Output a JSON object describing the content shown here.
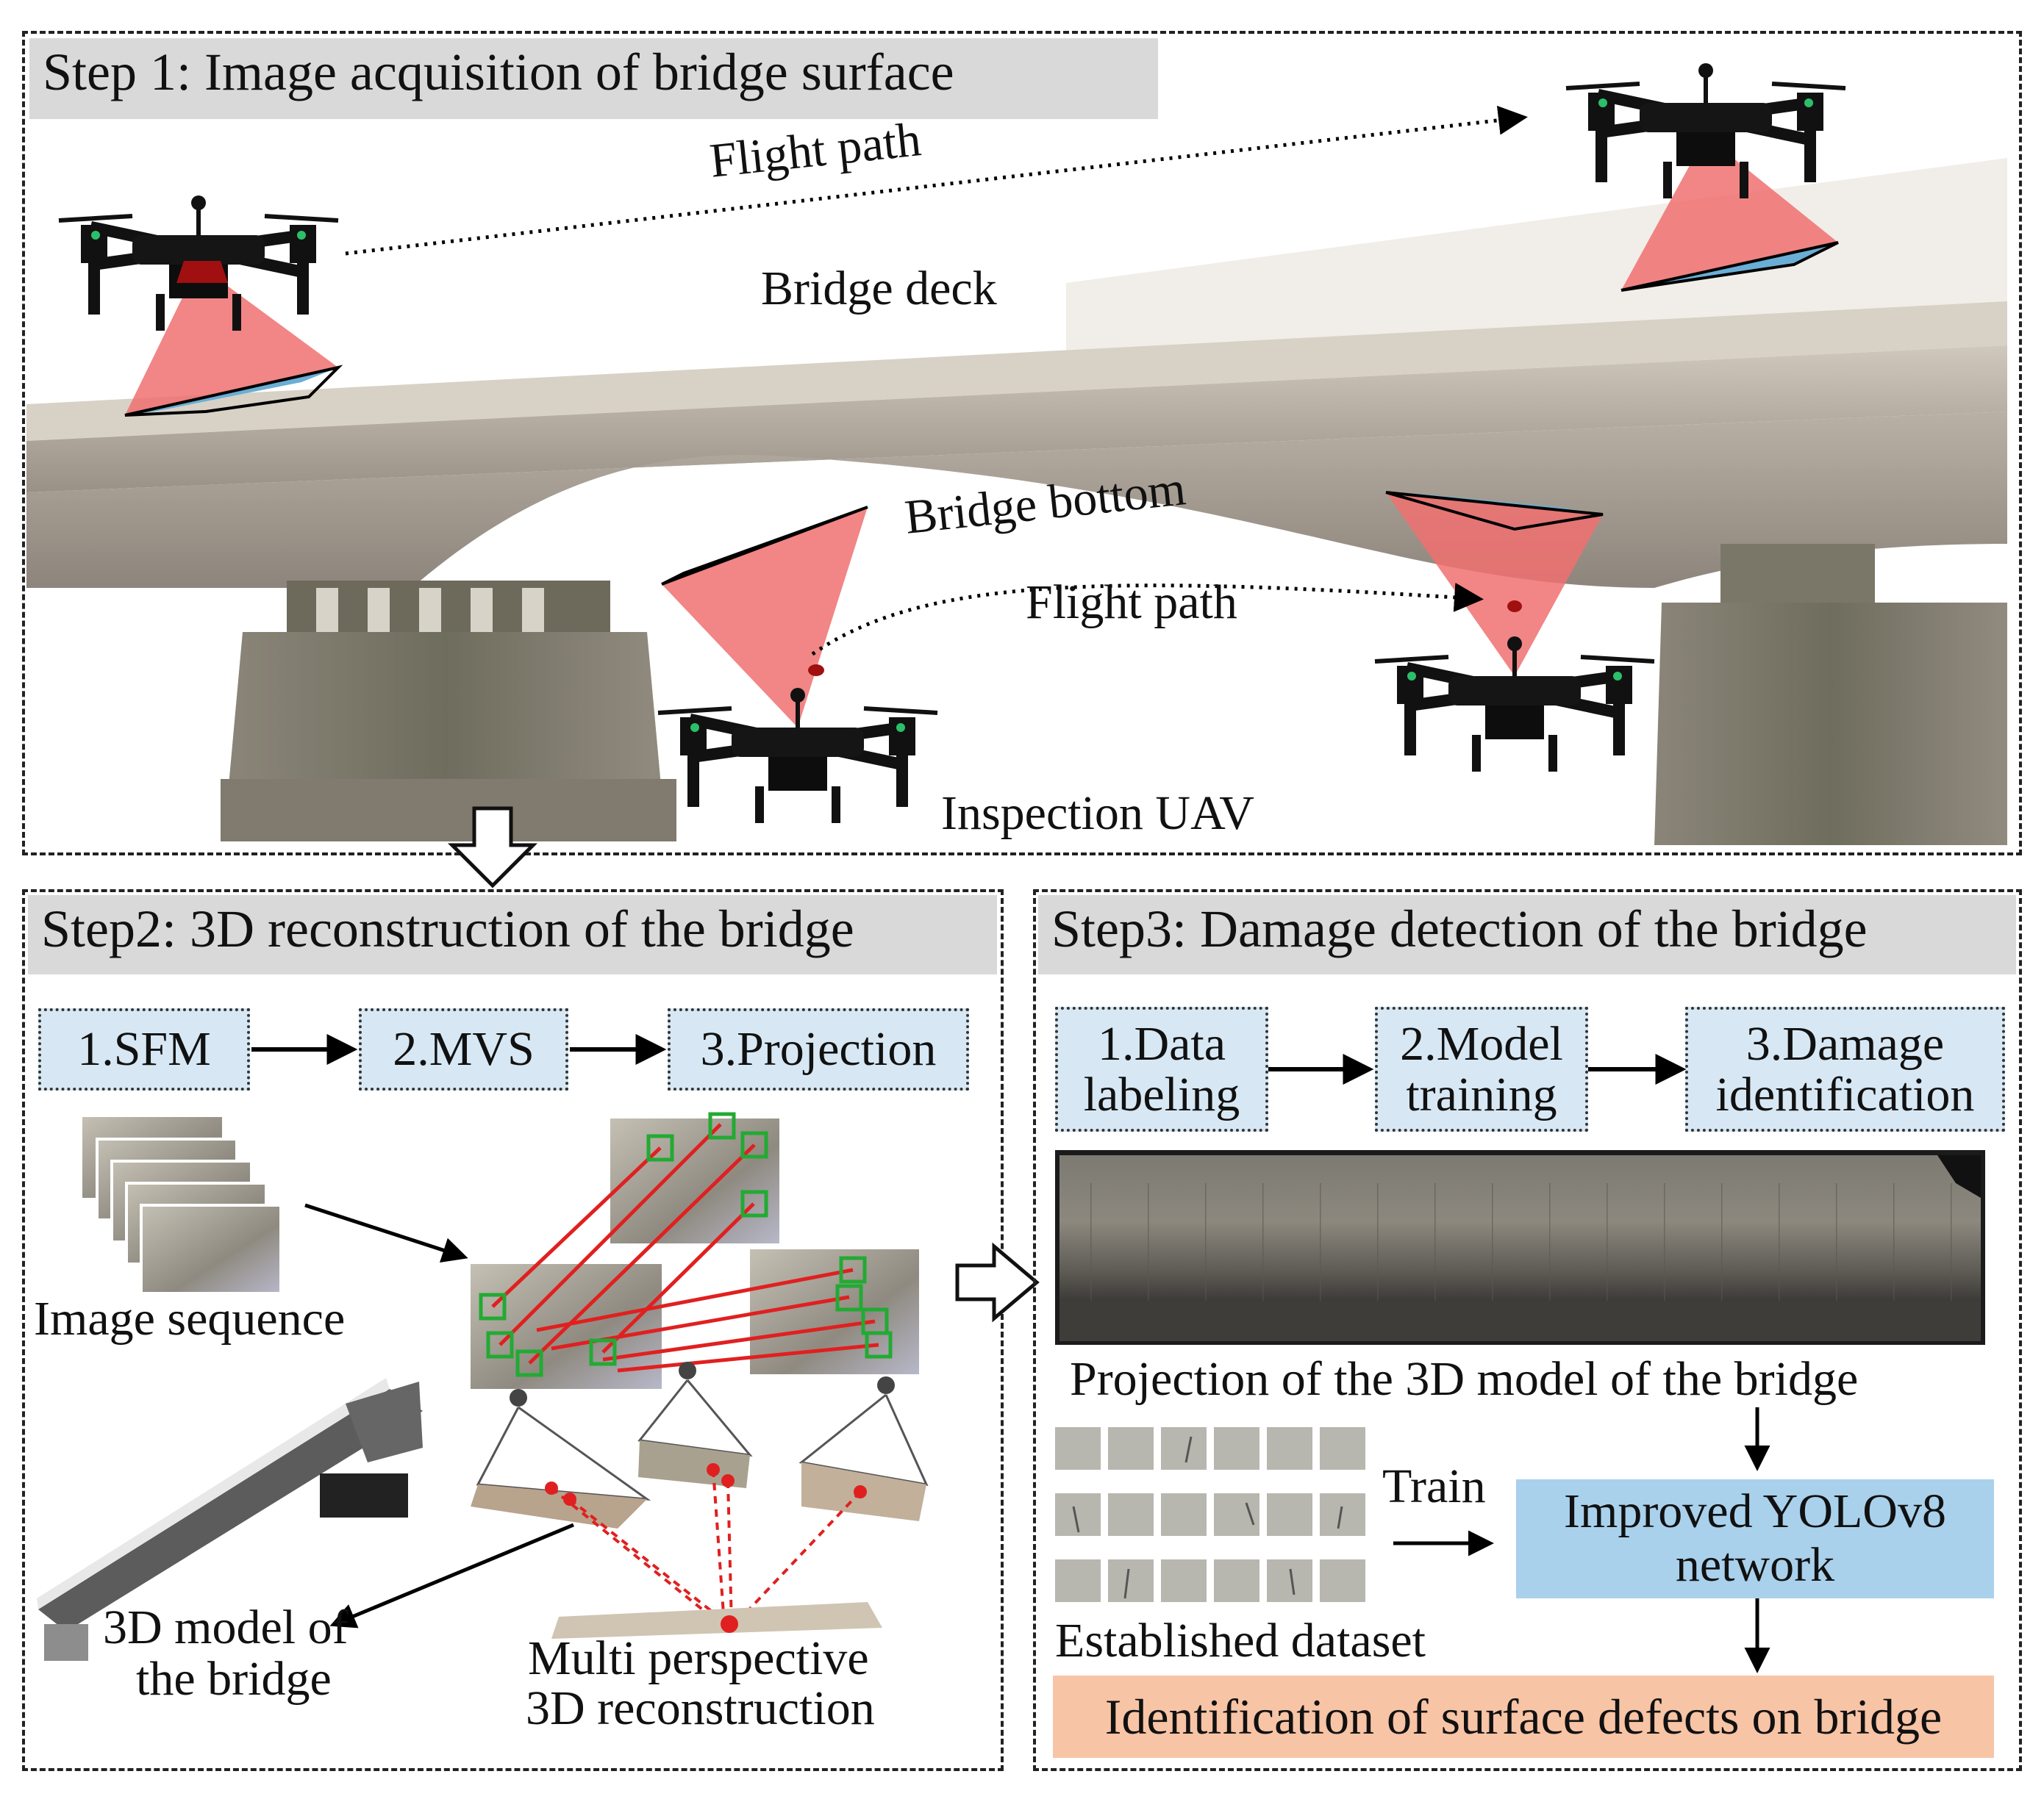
{
  "step1": {
    "title": "Step 1: Image acquisition of bridge surface",
    "flight_path_top": "Flight path",
    "flight_path_bottom": "Flight path",
    "bridge_deck": "Bridge deck",
    "bridge_bottom": "Bridge bottom",
    "inspection_uav": "Inspection UAV"
  },
  "step2": {
    "title": "Step2: 3D reconstruction of the bridge",
    "boxes": [
      "1.SFM",
      "2.MVS",
      "3.Projection"
    ],
    "image_sequence": "Image sequence",
    "model_label_line1": "3D model of",
    "model_label_line2": "the bridge",
    "multi_line1": "Multi perspective",
    "multi_line2": "3D reconstruction"
  },
  "step3": {
    "title": "Step3: Damage detection of the bridge",
    "box1_line1": "1.Data",
    "box1_line2": "labeling",
    "box2_line1": "2.Model",
    "box2_line2": "training",
    "box3_line1": "3.Damage",
    "box3_line2": "identification",
    "projection_caption": "Projection of the 3D model of the bridge",
    "train": "Train",
    "yolo_line1": "Improved YOLOv8",
    "yolo_line2": "network",
    "dataset": "Established dataset",
    "result": "Identification of surface defects on bridge"
  },
  "colors": {
    "process_box": "#d7e8f4",
    "network_box": "#a9d1ec",
    "result_box": "#f8c4a6",
    "header_bar": "#d9d9d9",
    "camera_cone": "#f07070",
    "match_line": "#e02020",
    "match_box": "#22aa33"
  }
}
